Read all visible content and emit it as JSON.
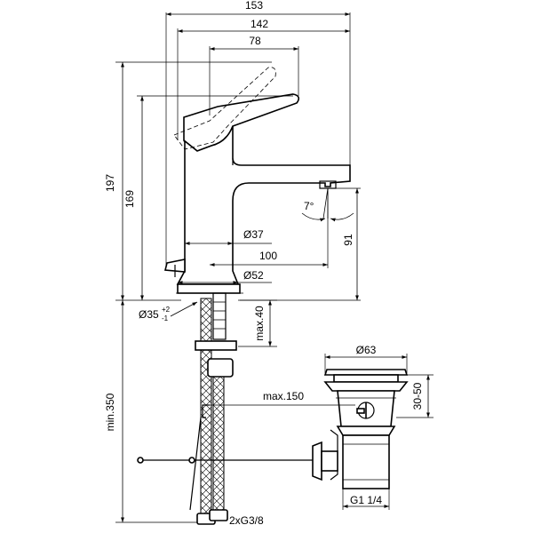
{
  "dimensions": {
    "width_153": "153",
    "width_142": "142",
    "width_78": "78",
    "height_197": "197",
    "height_169": "169",
    "diameter_37": "Ø37",
    "reach_100": "100",
    "diameter_52": "Ø52",
    "angle_7": "7°",
    "height_91": "91",
    "hole_diameter": "Ø35",
    "hole_tol_plus": "+2",
    "hole_tol_minus": "-1",
    "max_40": "max.40",
    "diameter_63": "Ø63",
    "range_30_50": "30-50",
    "max_150": "max.150",
    "min_350": "min.350",
    "thread_g114": "G1 1/4",
    "hose_thread": "2xG3/8"
  }
}
